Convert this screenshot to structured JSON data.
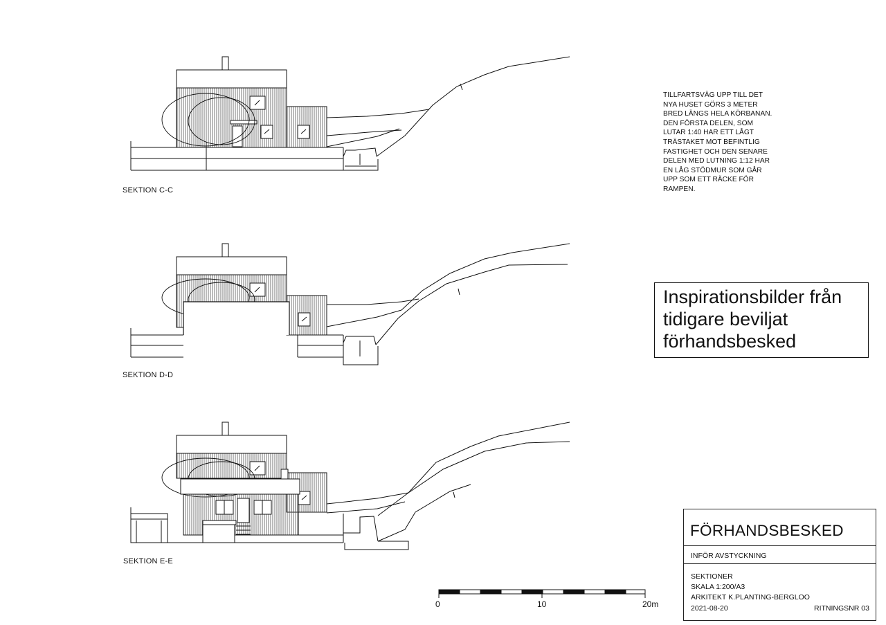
{
  "sections": [
    {
      "label": "SEKTION C-C"
    },
    {
      "label": "SEKTION D-D"
    },
    {
      "label": "SEKTION E-E"
    }
  ],
  "note_lines": [
    "TILLFARTSVÄG UPP TILL DET",
    "NYA HUSET GÖRS 3 METER",
    "BRED LÄNGS HELA KÖRBANAN.",
    "DEN FÖRSTA DELEN, SOM",
    "LUTAR 1:40 HAR ETT LÅGT",
    "TRÄSTAKET MOT BEFINTLIG",
    "FASTIGHET OCH DEN SENARE",
    "DELEN MED LUTNING 1:12 HAR",
    "EN LÅG STÖDMUR SOM GÅR",
    "UPP SOM ETT RÄCKE FÖR",
    "RAMPEN."
  ],
  "inspiration_lines": [
    "Inspirationsbilder från",
    "tidigare beviljat",
    "förhandsbesked"
  ],
  "scale_bar": {
    "labels": [
      "0",
      "10",
      "20m"
    ]
  },
  "title_block": {
    "title": "FÖRHANDSBESKED",
    "subtitle": "INFÖR AVSTYCKNING",
    "line1": "SEKTIONER",
    "line2": "SKALA 1:200/A3",
    "line3": "ARKITEKT K.PLANTING-BERGLOO",
    "date": "2021-08-20",
    "drawing_no": "RITNINGSNR 03"
  }
}
